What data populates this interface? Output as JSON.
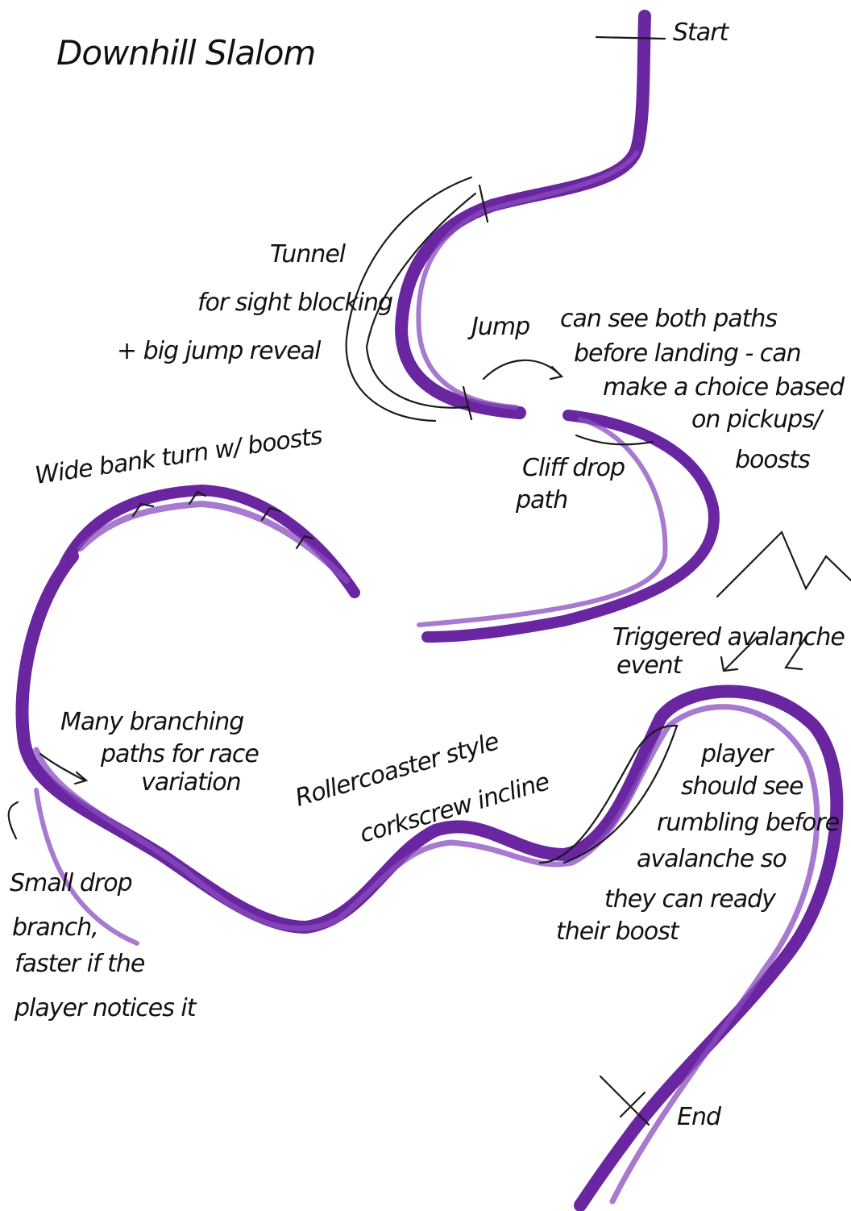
{
  "title": "Downhill Slalom",
  "labels": {
    "start": "Start",
    "end": "End",
    "tunnel": [
      "Tunnel",
      "for sight blocking",
      "+ big jump reveal"
    ],
    "jump": "Jump",
    "choice": [
      "can see both paths",
      "before landing - can",
      "make a choice based",
      "on pickups/",
      "boosts"
    ],
    "cliff": [
      "Cliff drop",
      "path"
    ],
    "bank": "Wide bank turn w/ boosts",
    "avalanche": [
      "Triggered avalanche",
      "event"
    ],
    "branching": [
      "Many branching",
      "paths for race",
      "variation"
    ],
    "rollercoaster": [
      "Rollercoaster style",
      "corkscrew incline"
    ],
    "rumbling": [
      "player",
      "should see",
      "rumbling before",
      "avalanche so",
      "they can ready",
      "their boost"
    ],
    "small_drop": [
      "Small drop",
      "branch,",
      "faster if the",
      "player notices it"
    ]
  },
  "colors": {
    "track": "#6a25a0",
    "ink": "#111111"
  }
}
